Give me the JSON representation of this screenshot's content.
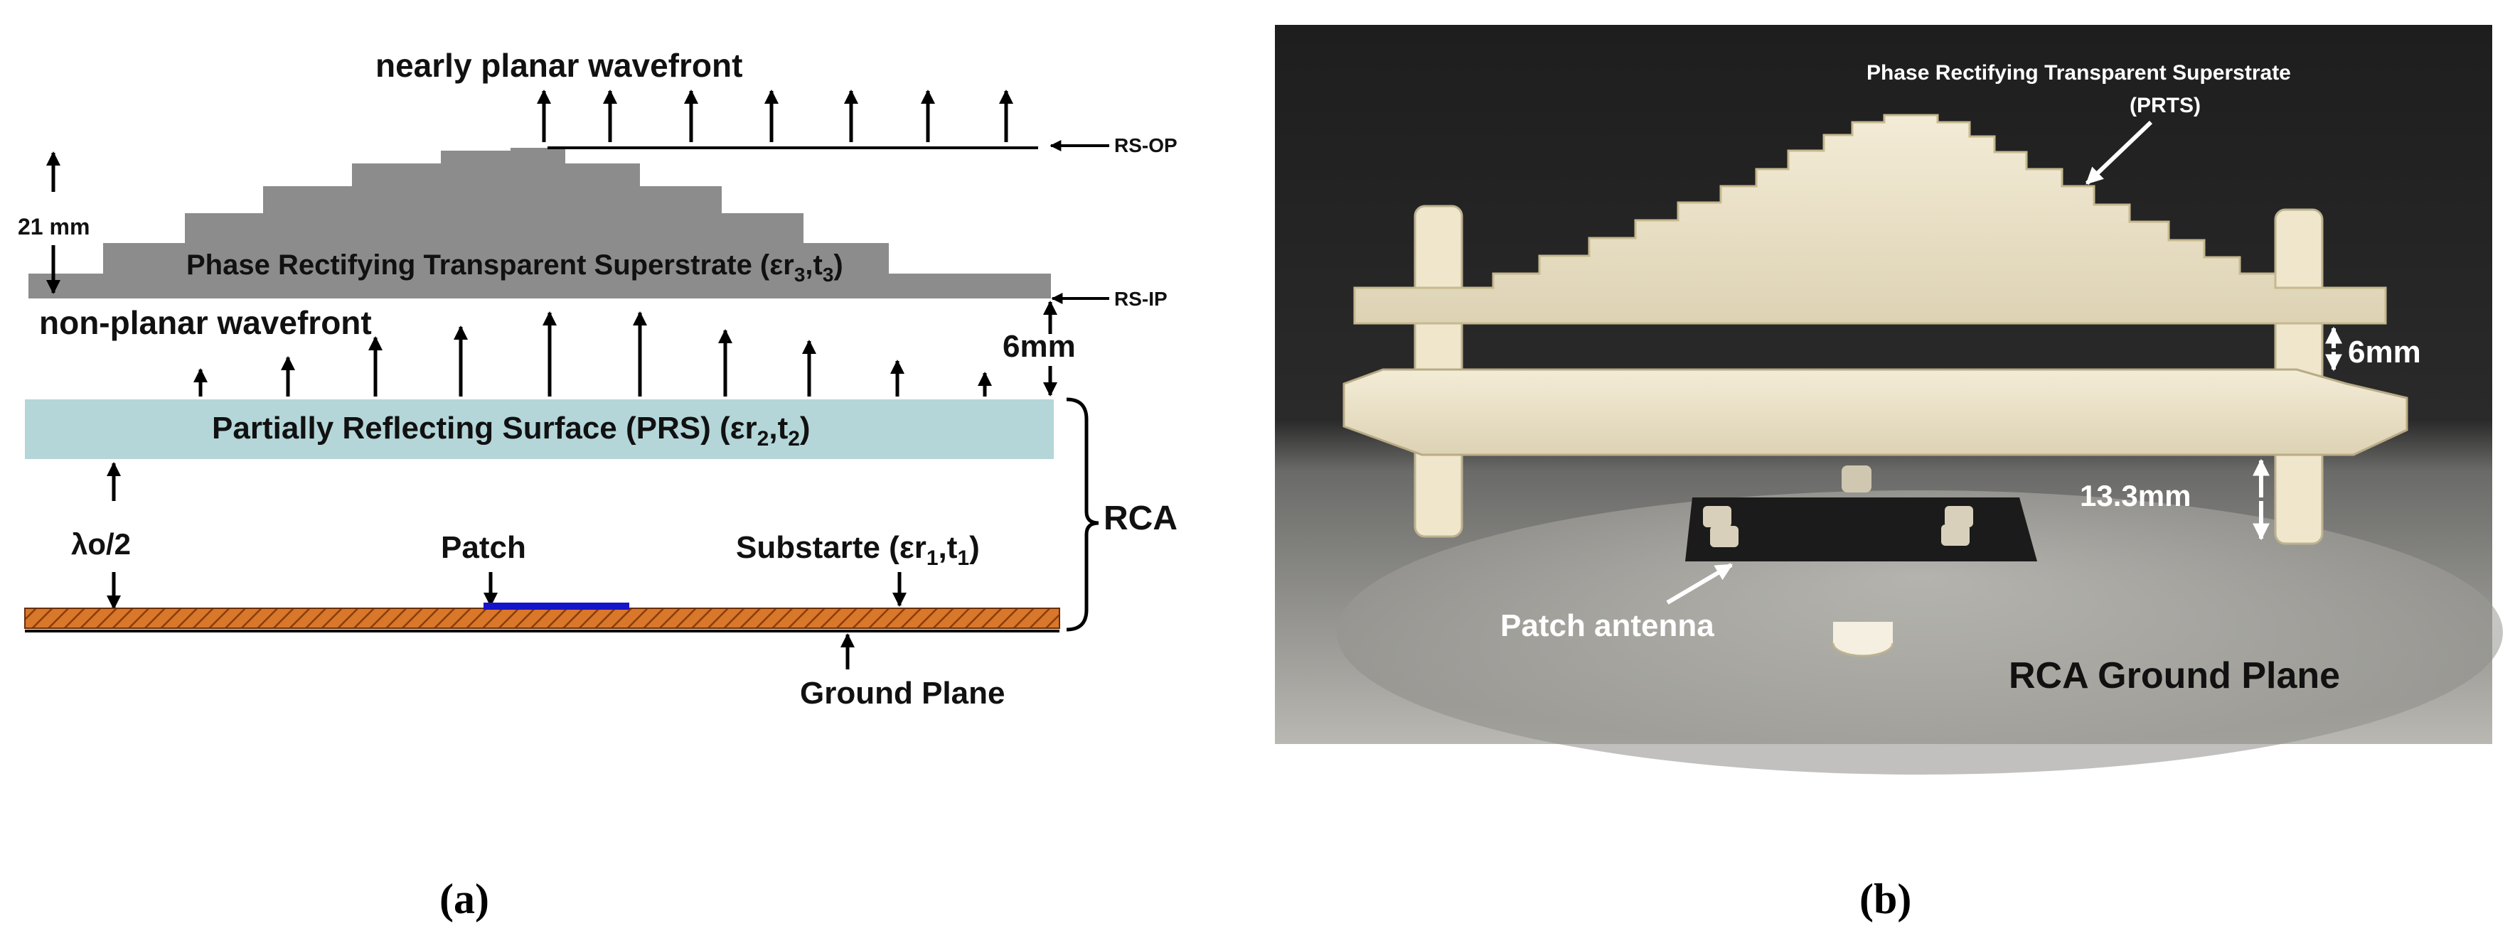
{
  "diagram": {
    "top_wavefront": "nearly planar wavefront",
    "bottom_wavefront": "non-planar wavefront",
    "rs_op": "RS-OP",
    "rs_ip": "RS-IP",
    "dim_21": "21 mm",
    "dim_6": "6mm",
    "prts_text": "Phase Rectifying Transparent Superstrate (εr",
    "prts_sub_a": "3",
    "prts_mid": ",t",
    "prts_sub_b": "3",
    "prts_end": ")",
    "prs_text": "Partially Reflecting Surface (PRS) (εr",
    "prs_sub_a": "2",
    "prs_mid": ",t",
    "prs_sub_b": "2",
    "prs_end": ")",
    "lambda": "λo/2",
    "patch": "Patch",
    "substrate_text": "Substarte (εr",
    "substrate_sub_a": "1",
    "substrate_mid": ",t",
    "substrate_sub_b": "1",
    "substrate_end": ")",
    "rca": "RCA",
    "ground": "Ground Plane",
    "colors": {
      "superstrate": "#8c8c8c",
      "prs": "#b4d6d9",
      "substrate": "#d9772a",
      "patch": "#1414c8"
    }
  },
  "photo": {
    "prts_line1": "Phase Rectifying Transparent Superstrate",
    "prts_line2": "(PRTS)",
    "dim_6": "6mm",
    "dim_13": "13.3mm",
    "patch_antenna": "Patch antenna",
    "ground": "RCA Ground Plane"
  },
  "captions": {
    "a": "(a)",
    "b": "(b)"
  }
}
